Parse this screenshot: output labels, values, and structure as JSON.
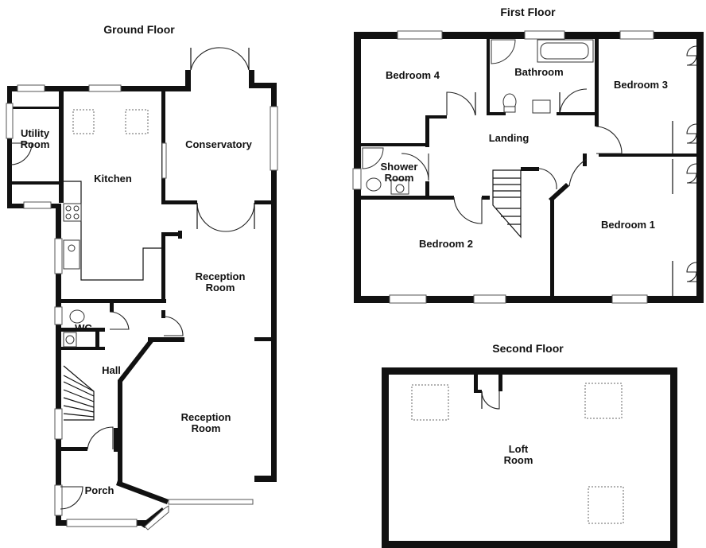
{
  "floors": {
    "ground": "Ground Floor",
    "first": "First Floor",
    "second": "Second Floor"
  },
  "rooms": {
    "utility_1": "Utility",
    "utility_2": "Room",
    "kitchen": "Kitchen",
    "conservatory": "Conservatory",
    "reception_top_1": "Reception",
    "reception_top_2": "Room",
    "wc": "WC",
    "hall": "Hall",
    "reception_bottom_1": "Reception",
    "reception_bottom_2": "Room",
    "porch": "Porch",
    "bedroom4": "Bedroom 4",
    "bathroom": "Bathroom",
    "bedroom3": "Bedroom 3",
    "landing": "Landing",
    "shower_1": "Shower",
    "shower_2": "Room",
    "bedroom2": "Bedroom 2",
    "bedroom1": "Bedroom 1",
    "loft_1": "Loft",
    "loft_2": "Room"
  }
}
